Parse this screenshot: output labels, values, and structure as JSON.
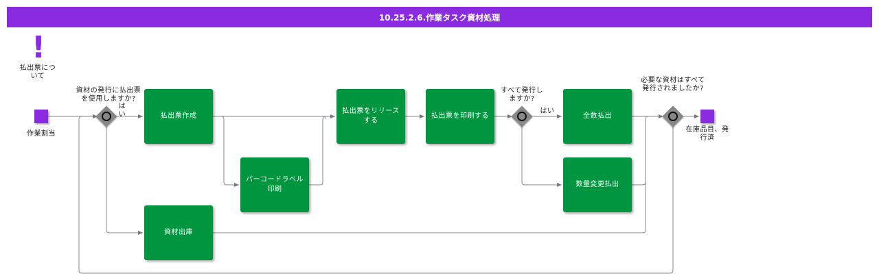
{
  "title": "10.25.2.6.作業タスク資材処理",
  "annotation": {
    "icon": "exclamation-icon",
    "symbol": "!",
    "text": "払出票について"
  },
  "events": {
    "start": "作業割当",
    "end": "在庫品目、発行済"
  },
  "tasks": {
    "t1": "払出票作成",
    "t2": "バーコードラベル印刷",
    "t3": "払出票をリリースする",
    "t4": "払出票を印刷する",
    "t5": "全数払出",
    "t6": "数量変更払出",
    "t7": "資材出庫"
  },
  "gateways": {
    "g1": "資材の発行に払出票を使用しますか?",
    "g2": "すべて発行しますか?",
    "g3": "必要な資材はすべて発行されましたか?"
  },
  "flow_labels": {
    "yes1": "はい",
    "yes2": "はい"
  },
  "colors": {
    "title_bg": "#8a2be2",
    "task_bg": "#009640",
    "event": "#8a2be2",
    "gateway": "#888888"
  }
}
